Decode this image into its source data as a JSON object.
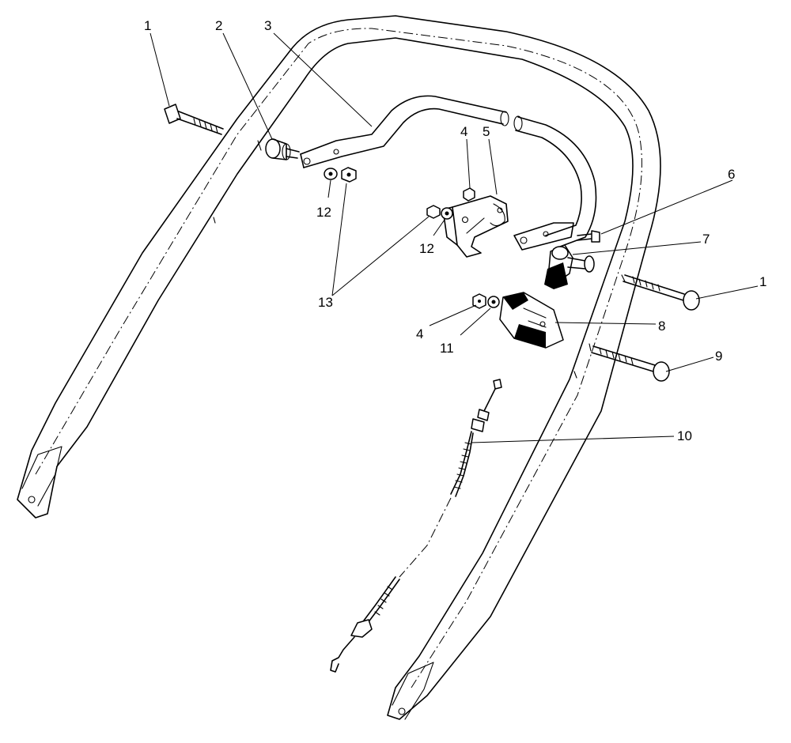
{
  "callouts": [
    {
      "id": "c1a",
      "text": "1"
    },
    {
      "id": "c2",
      "text": "2"
    },
    {
      "id": "c3",
      "text": "3"
    },
    {
      "id": "c4a",
      "text": "4"
    },
    {
      "id": "c5",
      "text": "5"
    },
    {
      "id": "c6",
      "text": "6"
    },
    {
      "id": "c7",
      "text": "7"
    },
    {
      "id": "c1b",
      "text": "1"
    },
    {
      "id": "c12a",
      "text": "12"
    },
    {
      "id": "c12b",
      "text": "12"
    },
    {
      "id": "c13",
      "text": "13"
    },
    {
      "id": "c8",
      "text": "8"
    },
    {
      "id": "c4b",
      "text": "4"
    },
    {
      "id": "c11",
      "text": "11"
    },
    {
      "id": "c9",
      "text": "9"
    },
    {
      "id": "c10",
      "text": "10"
    }
  ]
}
